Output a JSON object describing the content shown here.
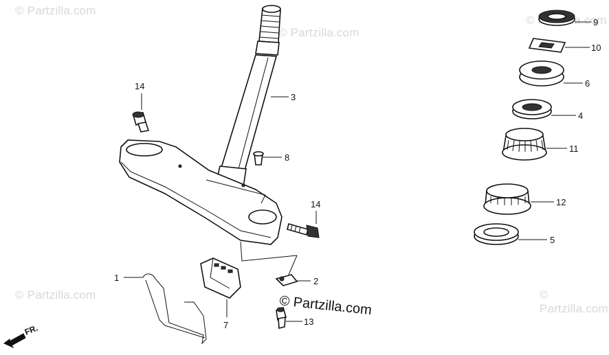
{
  "watermark": {
    "text": "© Partzilla.com"
  },
  "brand": {
    "text": "© Partzilla.com"
  },
  "direction_label": "FR.",
  "callouts": {
    "c1": "1",
    "c2": "2",
    "c3": "3",
    "c4": "4",
    "c5": "5",
    "c6": "6",
    "c7": "7",
    "c8": "8",
    "c9": "9",
    "c10": "10",
    "c11": "11",
    "c12": "12",
    "c13": "13",
    "c14a": "14",
    "c14b": "14"
  }
}
